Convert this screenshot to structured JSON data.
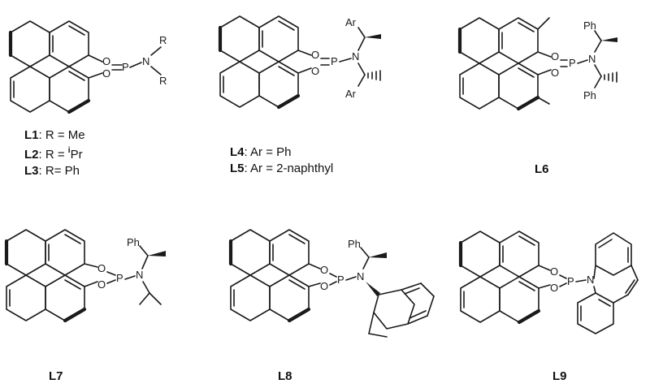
{
  "figure": {
    "compounds": [
      {
        "id": "L1",
        "atoms": {
          "o1": "O",
          "o2": "O",
          "p": "P",
          "n": "N",
          "sub1": "R",
          "sub2": "R"
        },
        "legend": [
          {
            "id": "L1",
            "sep": ":",
            "text": " R = Me"
          },
          {
            "id": "L2",
            "sep": ":",
            "text": " R = ",
            "sup": "i",
            "after": "Pr"
          },
          {
            "id": "L3",
            "sep": ":",
            "text": " R= Ph"
          }
        ]
      },
      {
        "id": "L4",
        "atoms": {
          "o1": "O",
          "o2": "O",
          "p": "P",
          "n": "N",
          "sub1": "Ar",
          "sub2": "Ar"
        },
        "legend": [
          {
            "id": "L4",
            "sep": ":",
            "text": " Ar = Ph"
          },
          {
            "id": "L5",
            "sep": ":",
            "text": " Ar = 2-naphthyl"
          }
        ]
      },
      {
        "id": "L6",
        "atoms": {
          "o1": "O",
          "o2": "O",
          "p": "P",
          "n": "N",
          "sub1": "Ph",
          "sub2": "Ph"
        },
        "label": "L6"
      },
      {
        "id": "L7",
        "atoms": {
          "o1": "O",
          "o2": "O",
          "p": "P",
          "n": "N",
          "sub1": "Ph"
        },
        "label": "L7"
      },
      {
        "id": "L8",
        "atoms": {
          "o1": "O",
          "o2": "O",
          "p": "P",
          "n": "N",
          "sub1": "Ph"
        },
        "label": "L8"
      },
      {
        "id": "L9",
        "atoms": {
          "o1": "O",
          "o2": "O",
          "p": "P",
          "n": "N"
        },
        "label": "L9"
      }
    ]
  }
}
